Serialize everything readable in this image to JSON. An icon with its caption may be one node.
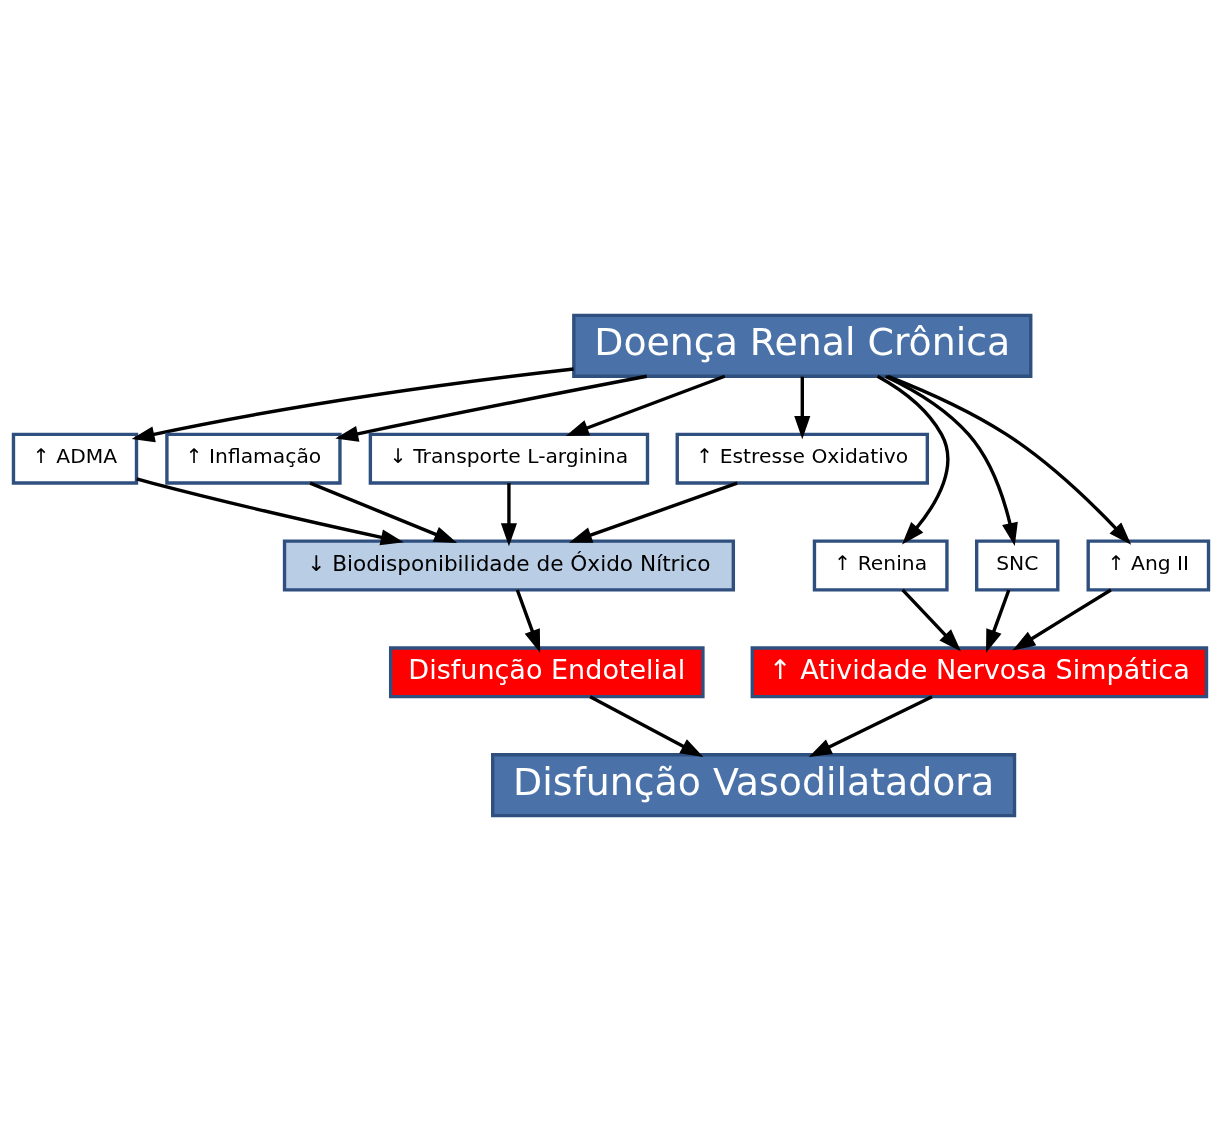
{
  "diagram": {
    "nodes": [
      {
        "text": [
          "Doença Renal Crônica"
        ]
      },
      {
        "text": [
          "↑ ADMA"
        ]
      },
      {
        "text": [
          "↑ Inflamação"
        ]
      },
      {
        "text": [
          "↓ Transporte L-arginina"
        ]
      },
      {
        "text": [
          "↑ Estresse Oxidativo"
        ]
      },
      {
        "text": [
          "↑ Renina"
        ]
      },
      {
        "text": [
          "SNC"
        ]
      },
      {
        "text": [
          "↑ Ang II"
        ]
      },
      {
        "text": [
          "↓ Biodisponibilidade de Óxido Nítrico"
        ]
      },
      {
        "text": [
          "Disfunção Endotelial"
        ]
      },
      {
        "text": [
          "↑ Atividade Nervosa Simpática"
        ]
      },
      {
        "text": [
          "Disfunção Vasodilatadora"
        ]
      }
    ],
    "edges": [
      {
        "from": 0,
        "to": 1,
        "arrow": "to"
      },
      {
        "from": 0,
        "to": 2,
        "arrow": "to"
      },
      {
        "from": 0,
        "to": 3,
        "arrow": "to"
      },
      {
        "from": 0,
        "to": 4,
        "arrow": "to"
      },
      {
        "from": 0,
        "to": 5,
        "arrow": "to"
      },
      {
        "from": 0,
        "to": 6,
        "arrow": "to"
      },
      {
        "from": 0,
        "to": 7,
        "arrow": "to"
      },
      {
        "from": 1,
        "to": 8,
        "arrow": "to"
      },
      {
        "from": 2,
        "to": 8,
        "arrow": "to"
      },
      {
        "from": 3,
        "to": 8,
        "arrow": "to"
      },
      {
        "from": 4,
        "to": 8,
        "arrow": "to"
      },
      {
        "from": 5,
        "to": 10,
        "arrow": "to"
      },
      {
        "from": 6,
        "to": 10,
        "arrow": "to"
      },
      {
        "from": 7,
        "to": 10,
        "arrow": "to"
      },
      {
        "from": 8,
        "to": 9,
        "arrow": "to"
      },
      {
        "from": 9,
        "to": 11,
        "arrow": "to"
      },
      {
        "from": 10,
        "to": 11,
        "arrow": "to"
      }
    ]
  }
}
